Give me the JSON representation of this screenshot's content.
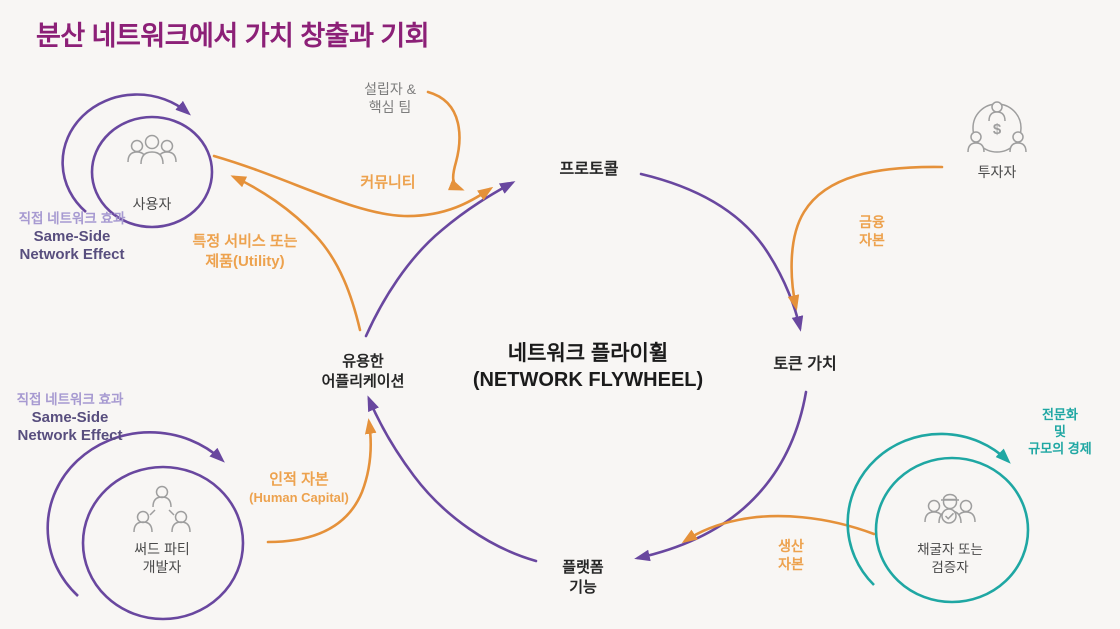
{
  "title": "분산 네트워크에서 가치 창출과 기회",
  "center_title": {
    "line1": "네트워크 플라이휠",
    "line2": "(NETWORK FLYWHEEL)"
  },
  "nodes": {
    "protocol": "프로토콜",
    "token_value": "토큰 가치",
    "platform": {
      "line1": "플랫폼",
      "line2": "기능"
    },
    "application": {
      "line1": "유용한",
      "line2": "어플리케이션"
    },
    "users": "사용자",
    "developers": {
      "line1": "써드 파티",
      "line2": "개발자"
    },
    "miners": {
      "line1": "채굴자 또는",
      "line2": "검증자"
    },
    "investors": "투자자",
    "founders": {
      "line1": "설립자 &",
      "line2": "핵심 팀"
    }
  },
  "edge_labels": {
    "community": "커뮤니티",
    "utility": {
      "line1": "특정 서비스 또는",
      "line2": "제품(Utility)"
    },
    "financial": {
      "line1": "금융",
      "line2": "자본"
    },
    "human_capital": {
      "line1": "인적 자본",
      "line2": "(Human Capital)"
    },
    "production": {
      "line1": "생산",
      "line2": "자본"
    }
  },
  "annotations": {
    "same_side_top": {
      "line1": "직접 네트워크 효과",
      "line2": "Same-Side",
      "line3": "Network Effect"
    },
    "same_side_bottom": {
      "line1": "직접 네트워크 효과",
      "line2": "Same-Side",
      "line3": "Network Effect"
    },
    "specialization": {
      "line1": "전문화",
      "line2": "및",
      "line3": "규모의 경제"
    }
  },
  "icons": {
    "users": "users-group-icon",
    "developers": "network-people-icon",
    "miners": "miners-validators-icon",
    "investors": "investors-dollar-icon",
    "investor_symbol": "$"
  },
  "colors": {
    "purple": "#69479F",
    "orange": "#E5913A",
    "orange-text": "#EDA24E",
    "teal": "#1FA7A3",
    "title": "#8C2077",
    "ink": "#262626",
    "lavender": "#A79AD1",
    "slate-purple": "#584E7E",
    "bg": "#F8F6F4"
  }
}
